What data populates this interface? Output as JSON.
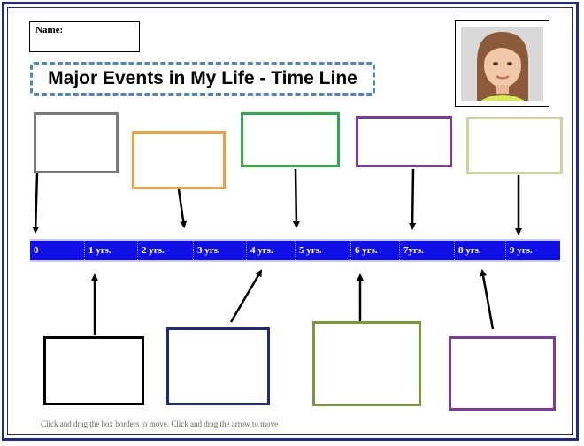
{
  "name_label": "Name:",
  "title": "Major Events in My Life - Time Line",
  "timeline": {
    "ticks": [
      "0",
      "1 yrs.",
      "2 yrs.",
      "3 yrs.",
      "4 yrs.",
      "5 yrs.",
      "6 yrs.",
      "7yrs.",
      "8 yrs.",
      "9 yrs."
    ],
    "bar_color": "#1010e6"
  },
  "top_boxes": [
    {
      "color": "#7a7a7a"
    },
    {
      "color": "#f0a040"
    },
    {
      "color": "#2eaa4a"
    },
    {
      "color": "#7a3aa0"
    },
    {
      "color": "#c4d8a0"
    }
  ],
  "bottom_boxes": [
    {
      "color": "#000000"
    },
    {
      "color": "#1f2a7a"
    },
    {
      "color": "#7a9a3a"
    },
    {
      "color": "#7a3aa0"
    }
  ],
  "footer_text": "Click and drag the box borders to move. Click and drag the arrow to move"
}
